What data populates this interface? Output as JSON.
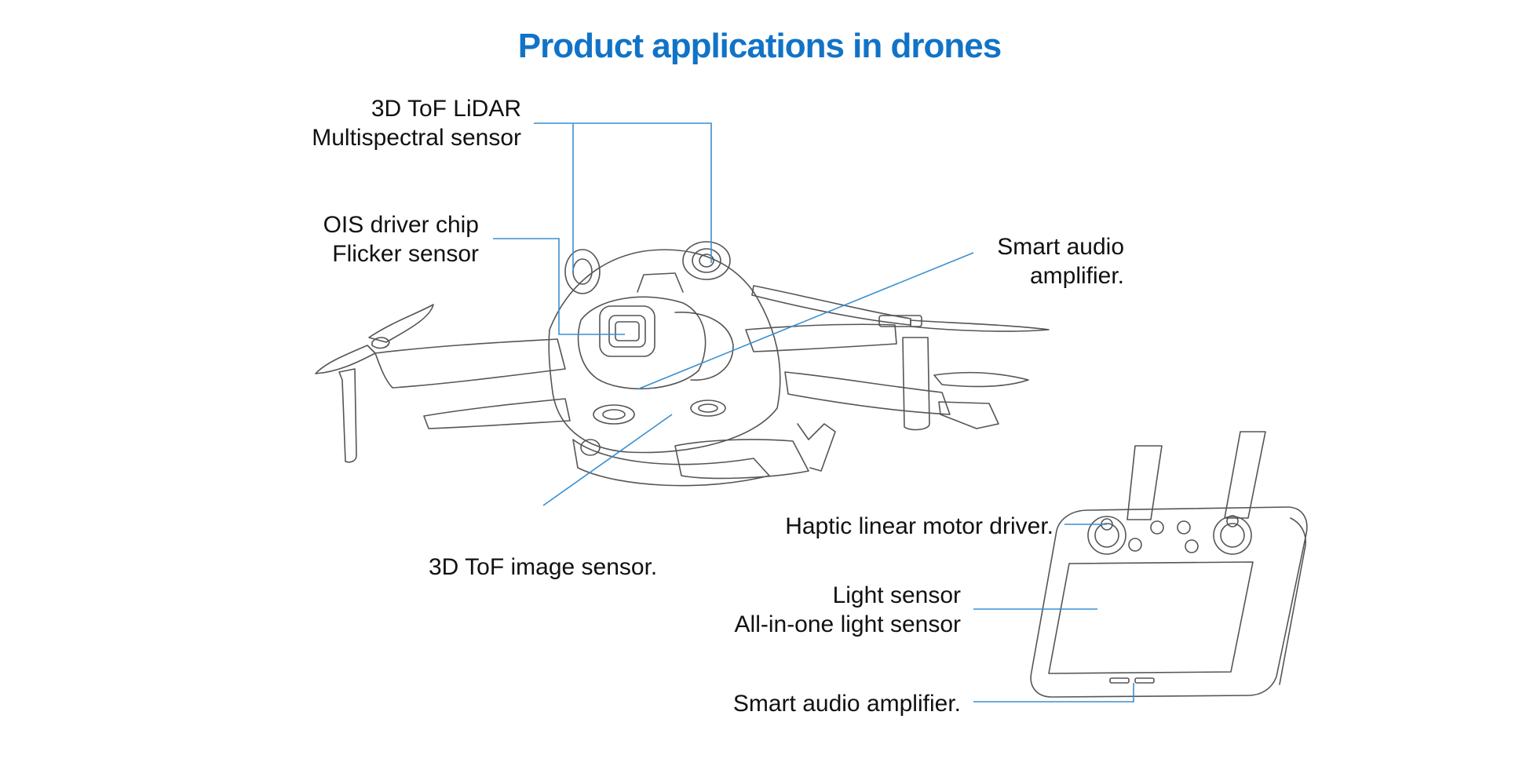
{
  "title": "Product applications in drones",
  "colors": {
    "title": "#1173c7",
    "leader": "#3a8fd0",
    "outline": "#555555"
  },
  "labels": {
    "lidar": {
      "line1": "3D ToF LiDAR",
      "line2": "Multispectral sensor"
    },
    "ois": {
      "line1": "OIS driver chip",
      "line2": "Flicker sensor"
    },
    "audio_drone": {
      "line1": "Smart audio",
      "line2": "amplifier."
    },
    "tof_image": "3D ToF image sensor.",
    "haptic": "Haptic linear motor driver.",
    "light": {
      "line1": "Light sensor",
      "line2": "All-in-one light sensor"
    },
    "audio_remote": "Smart audio amplifier."
  },
  "icons": [
    "drone-illustration",
    "remote-controller-illustration"
  ]
}
